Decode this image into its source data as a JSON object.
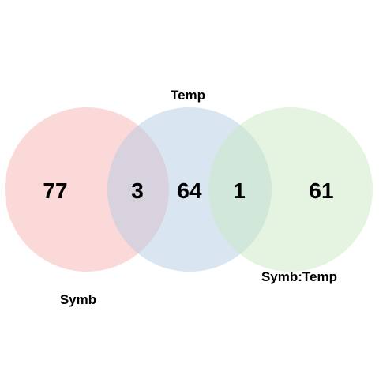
{
  "sets": [
    {
      "name": "Symb",
      "color": "#f9b3b3"
    },
    {
      "name": "Temp",
      "color": "#b3cbe4"
    },
    {
      "name": "Symb:Temp",
      "color": "#c9e9c3"
    }
  ],
  "regions": {
    "symb_only": "77",
    "symb_temp": "3",
    "temp_only": "64",
    "temp_symbtemp": "1",
    "symbtemp_only": "61"
  }
}
